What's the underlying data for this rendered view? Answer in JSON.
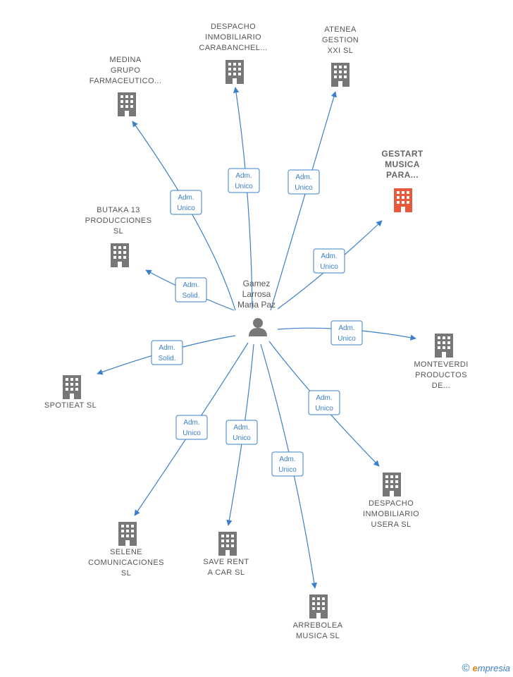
{
  "person": {
    "name_lines": [
      "Gamez",
      "Larrosa",
      "Maria Paz"
    ]
  },
  "colors": {
    "edge": "#3a7fc9",
    "building": "#777777",
    "building_highlight": "#e8573a",
    "badge_border": "#3a7fc9"
  },
  "companies": [
    {
      "id": "medina",
      "lines": [
        "MEDINA",
        "GRUPO",
        "FARMACEUTICO..."
      ],
      "role": [
        "Adm.",
        "Unico"
      ],
      "highlight": false
    },
    {
      "id": "carabanchel",
      "lines": [
        "DESPACHO",
        "INMOBILIARIO",
        "CARABANCHEL..."
      ],
      "role": [
        "Adm.",
        "Unico"
      ],
      "highlight": false
    },
    {
      "id": "atenea",
      "lines": [
        "ATENEA",
        "GESTION",
        "XXI  SL"
      ],
      "role": [
        "Adm.",
        "Unico"
      ],
      "highlight": false
    },
    {
      "id": "gestart",
      "lines": [
        "GESTART",
        "MUSICA",
        "PARA..."
      ],
      "role": [
        "Adm.",
        "Unico"
      ],
      "highlight": true
    },
    {
      "id": "butaka",
      "lines": [
        "BUTAKA 13",
        "PRODUCCIONES",
        "SL"
      ],
      "role": [
        "Adm.",
        "Solid."
      ],
      "highlight": false
    },
    {
      "id": "monteverdi",
      "lines": [
        "MONTEVERDI",
        "PRODUCTOS",
        "DE..."
      ],
      "role": [
        "Adm.",
        "Unico"
      ],
      "highlight": false
    },
    {
      "id": "spotieat",
      "lines": [
        "SPOTIEAT  SL"
      ],
      "role": [
        "Adm.",
        "Solid."
      ],
      "highlight": false
    },
    {
      "id": "usera",
      "lines": [
        "DESPACHO",
        "INMOBILIARIO",
        "USERA  SL"
      ],
      "role": [
        "Adm.",
        "Unico"
      ],
      "highlight": false
    },
    {
      "id": "selene",
      "lines": [
        "SELENE",
        "COMUNICACIONES",
        "SL"
      ],
      "role": [
        "Adm.",
        "Unico"
      ],
      "highlight": false
    },
    {
      "id": "saverent",
      "lines": [
        "SAVE RENT",
        "A CAR  SL"
      ],
      "role": [
        "Adm.",
        "Unico"
      ],
      "highlight": false
    },
    {
      "id": "arrebolea",
      "lines": [
        "ARREBOLEA",
        "MUSICA  SL"
      ],
      "role": [
        "Adm.",
        "Unico"
      ],
      "highlight": false
    }
  ],
  "watermark": {
    "copyright": "©",
    "brand_first": "e",
    "brand_rest": "mpresia"
  }
}
